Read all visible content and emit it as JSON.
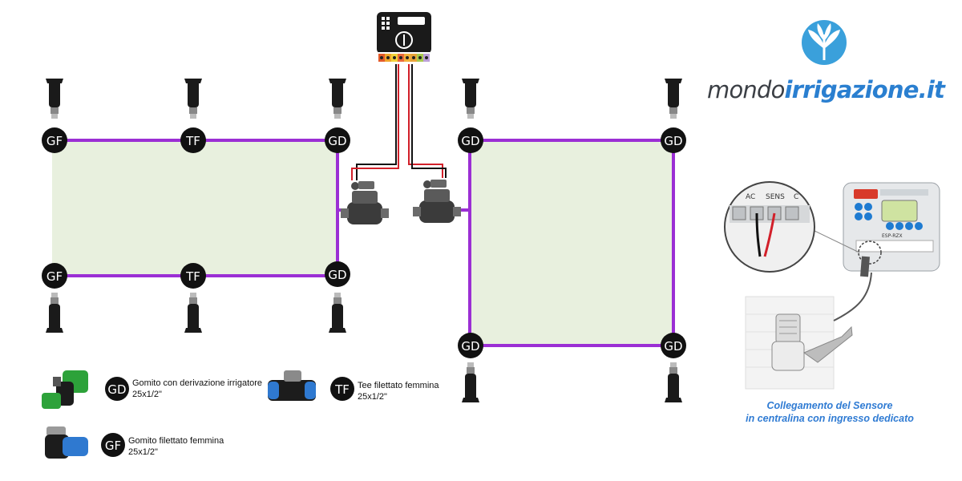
{
  "brand": {
    "part1": "mondo",
    "part2": "irrigazione.it",
    "color_dark": "#3b3f45",
    "color_accent": "#2a7fd0"
  },
  "colors": {
    "pipe": "#9b2fd4",
    "lawn": "#e8f0de",
    "fitting_badge": "#111111",
    "wire_red": "#d2202a",
    "wire_black": "#111111"
  },
  "fittings": {
    "GF": "GF",
    "TF": "TF",
    "GD": "GD"
  },
  "legend": {
    "gd": {
      "code": "GD",
      "line1": "Gomito con derivazione irrigatore",
      "line2": "25x1/2\""
    },
    "tf": {
      "code": "TF",
      "line1": "Tee filettato femmina",
      "line2": "25x1/2\""
    },
    "gf": {
      "code": "GF",
      "line1": "Gomito filettato femmina",
      "line2": "25x1/2\""
    }
  },
  "sensor_panel": {
    "labels": [
      "AC",
      "SENS",
      "C"
    ],
    "controller_model": "ESP-RZX",
    "caption_line1": "Collegamento del Sensore",
    "caption_line2": "in centralina con ingresso dedicato"
  }
}
